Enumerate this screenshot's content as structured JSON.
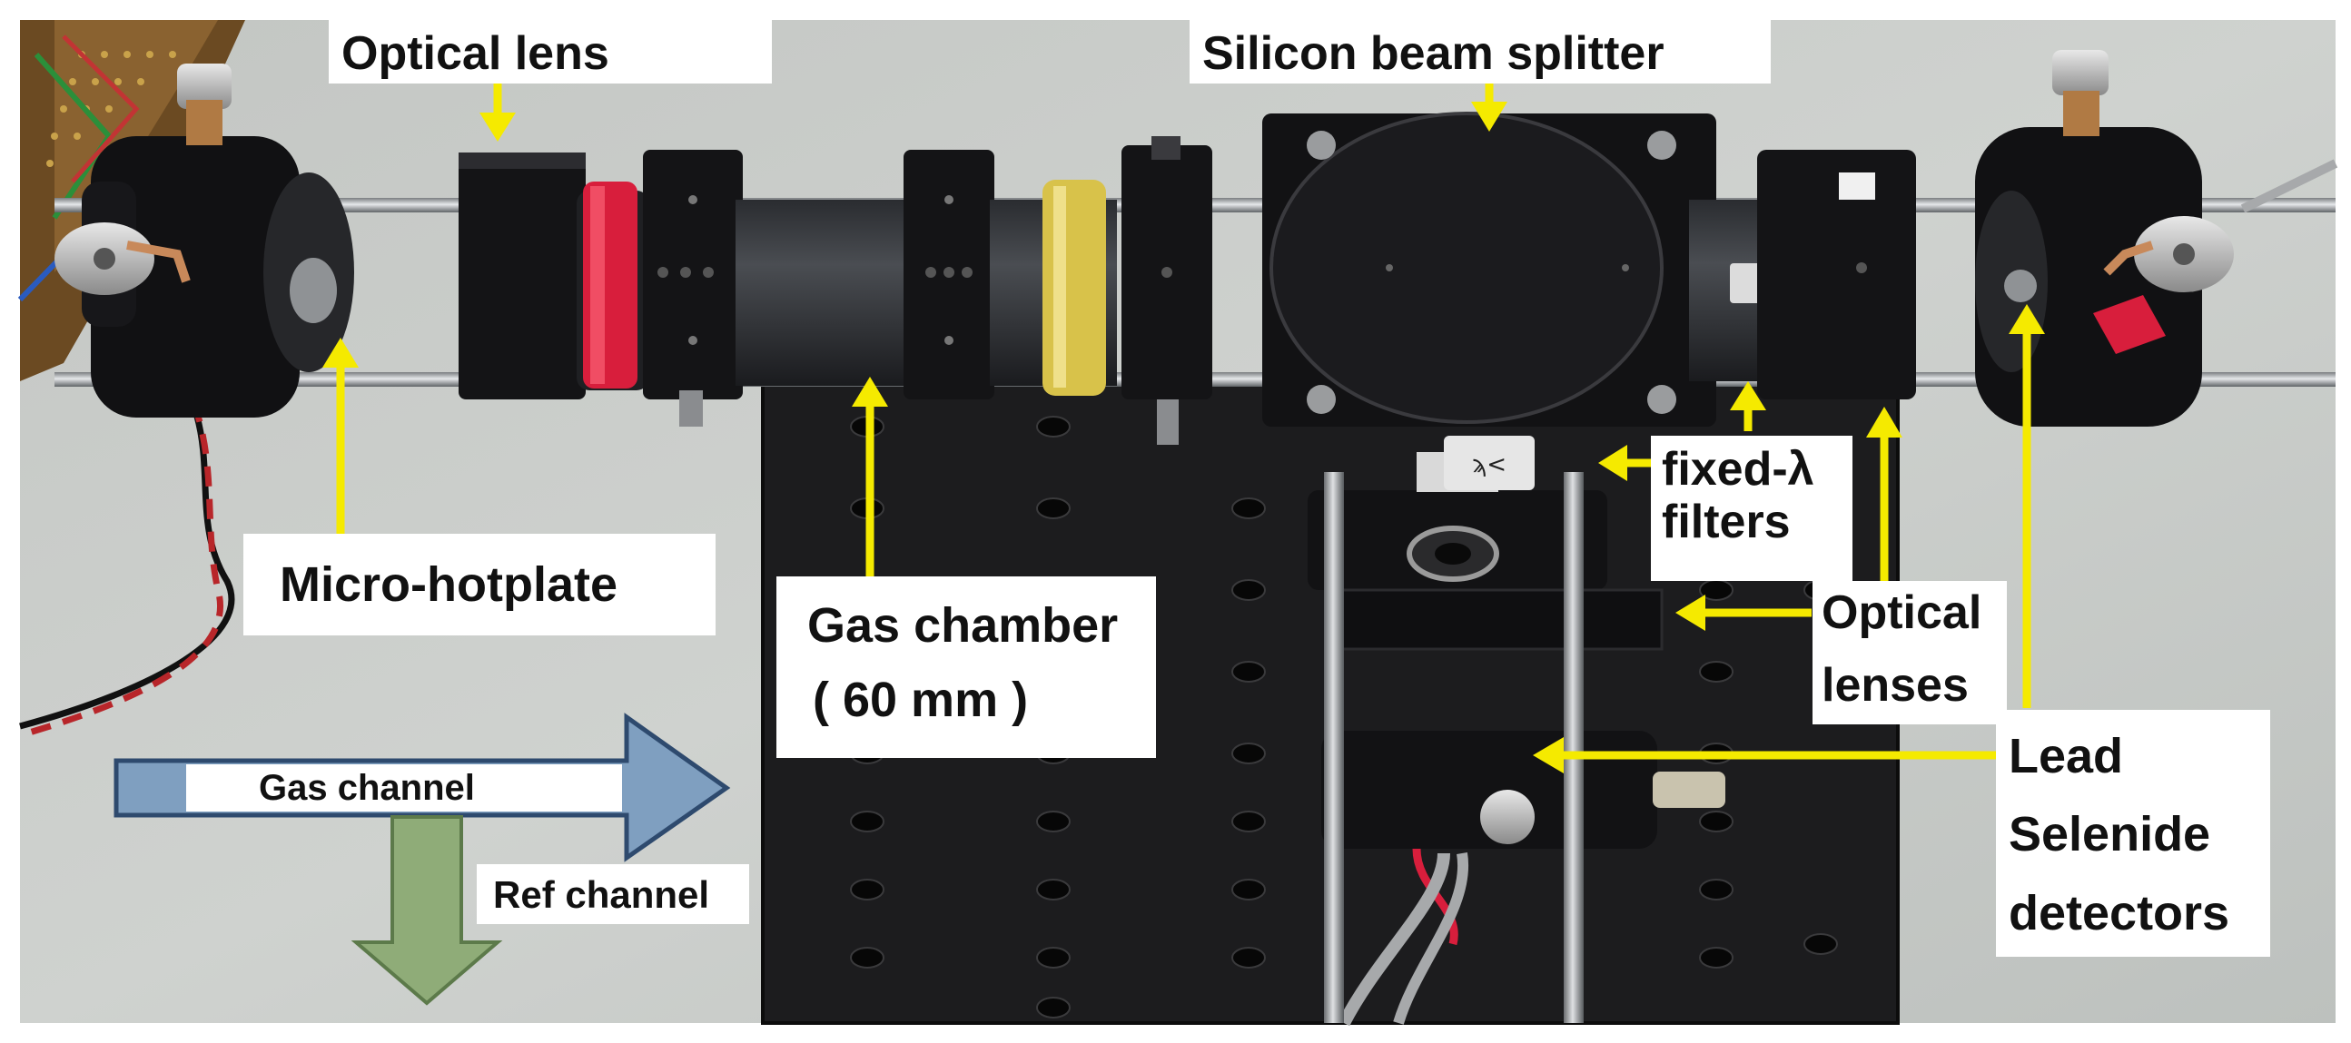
{
  "labels": {
    "optical_lens": "Optical lens",
    "silicon_beam_splitter": "Silicon beam splitter",
    "micro_hotplate": "Micro-hotplate",
    "gas_chamber_line1": "Gas chamber",
    "gas_chamber_line2": "( 60 mm )",
    "fixed_filters_line1": "fixed-λ",
    "fixed_filters_line2": "filters",
    "optical_lenses_line1": "Optical",
    "optical_lenses_line2": "lenses",
    "detectors_line1": "Lead",
    "detectors_line2": "Selenide",
    "detectors_line3": "detectors",
    "gas_channel": "Gas channel",
    "ref_channel": "Ref channel"
  },
  "colors": {
    "pointer_arrow": "#f5ea00",
    "gas_channel_arrow": "#7f9fc0",
    "gas_channel_arrow_edge": "#2e4a6e",
    "ref_channel_arrow": "#8fac78",
    "ref_channel_arrow_edge": "#5c7a4a",
    "background_wall": "#c9ccc9",
    "optical_breadboard": "#1c1c1e",
    "mount_black": "#141414",
    "red_band": "#d81e3c",
    "yellow_band": "#d8c24a"
  }
}
